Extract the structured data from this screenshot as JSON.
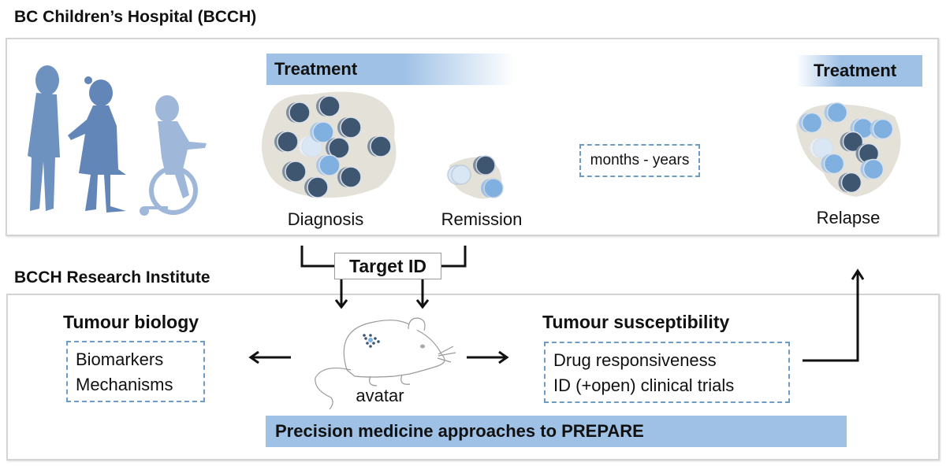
{
  "hospital": {
    "title": "BC Children’s Hospital (BCCH)",
    "treatment_label": "Treatment",
    "relapse_treatment_label": "Treatment",
    "stages": [
      {
        "name": "Diagnosis"
      },
      {
        "name": "Remission"
      },
      {
        "name": "Relapse"
      }
    ],
    "interval_label": "months - years"
  },
  "target": {
    "label": "Target ID"
  },
  "research": {
    "title": "BCCH Research Institute",
    "biology": {
      "heading": "Tumour biology",
      "items": [
        "Biomarkers",
        "Mechanisms"
      ]
    },
    "avatar_label": "avatar",
    "susceptibility": {
      "heading": "Tumour susceptibility",
      "items": [
        "Drug responsiveness",
        "ID (+open) clinical trials"
      ]
    },
    "banner": "Precision medicine approaches to PREPARE"
  },
  "colors": {
    "treatment_blue": "#9fc1e6",
    "dark_cell": "#3f5670",
    "light_cell": "#7fb0e0",
    "pale_cell": "#d9e6f3",
    "tumour_mass": "#e4e1d8",
    "dashed_border": "#6f9bc7",
    "child_silhouette": "#6e92c0"
  }
}
